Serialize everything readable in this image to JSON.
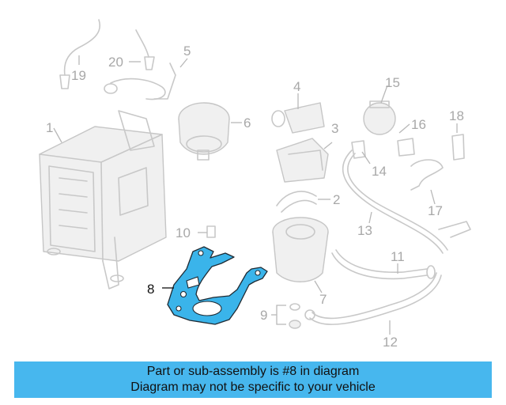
{
  "diagram": {
    "highlighted_part": "8",
    "callouts": [
      "1",
      "2",
      "3",
      "4",
      "5",
      "6",
      "7",
      "8",
      "9",
      "10",
      "11",
      "12",
      "13",
      "14",
      "15",
      "16",
      "17",
      "18",
      "19",
      "20"
    ]
  },
  "banner": {
    "line1": "Part or sub-assembly is #8 in diagram",
    "line2": "Diagram may not be specific to your vehicle",
    "color": "#47b7ee"
  }
}
